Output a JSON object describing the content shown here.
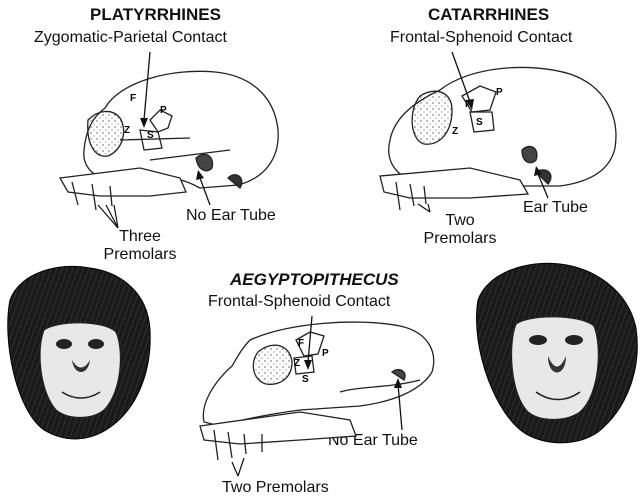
{
  "platyrrhines": {
    "title": "PLATYRRHINES",
    "contact": "Zygomatic-Parietal Contact",
    "ear": "No Ear Tube",
    "premolars_line1": "Three",
    "premolars_line2": "Premolars"
  },
  "catarrhines": {
    "title": "CATARRHINES",
    "contact": "Frontal-Sphenoid Contact",
    "ear": "Ear Tube",
    "premolars_line1": "Two",
    "premolars_line2": "Premolars"
  },
  "aegyptopithecus": {
    "title": "AEGYPTOPITHECUS",
    "contact": "Frontal-Sphenoid Contact",
    "ear": "No Ear Tube",
    "premolars": "Two Premolars"
  },
  "bone_labels": {
    "frontal": "F",
    "parietal": "P",
    "zygomatic": "Z",
    "sphenoid": "S"
  }
}
